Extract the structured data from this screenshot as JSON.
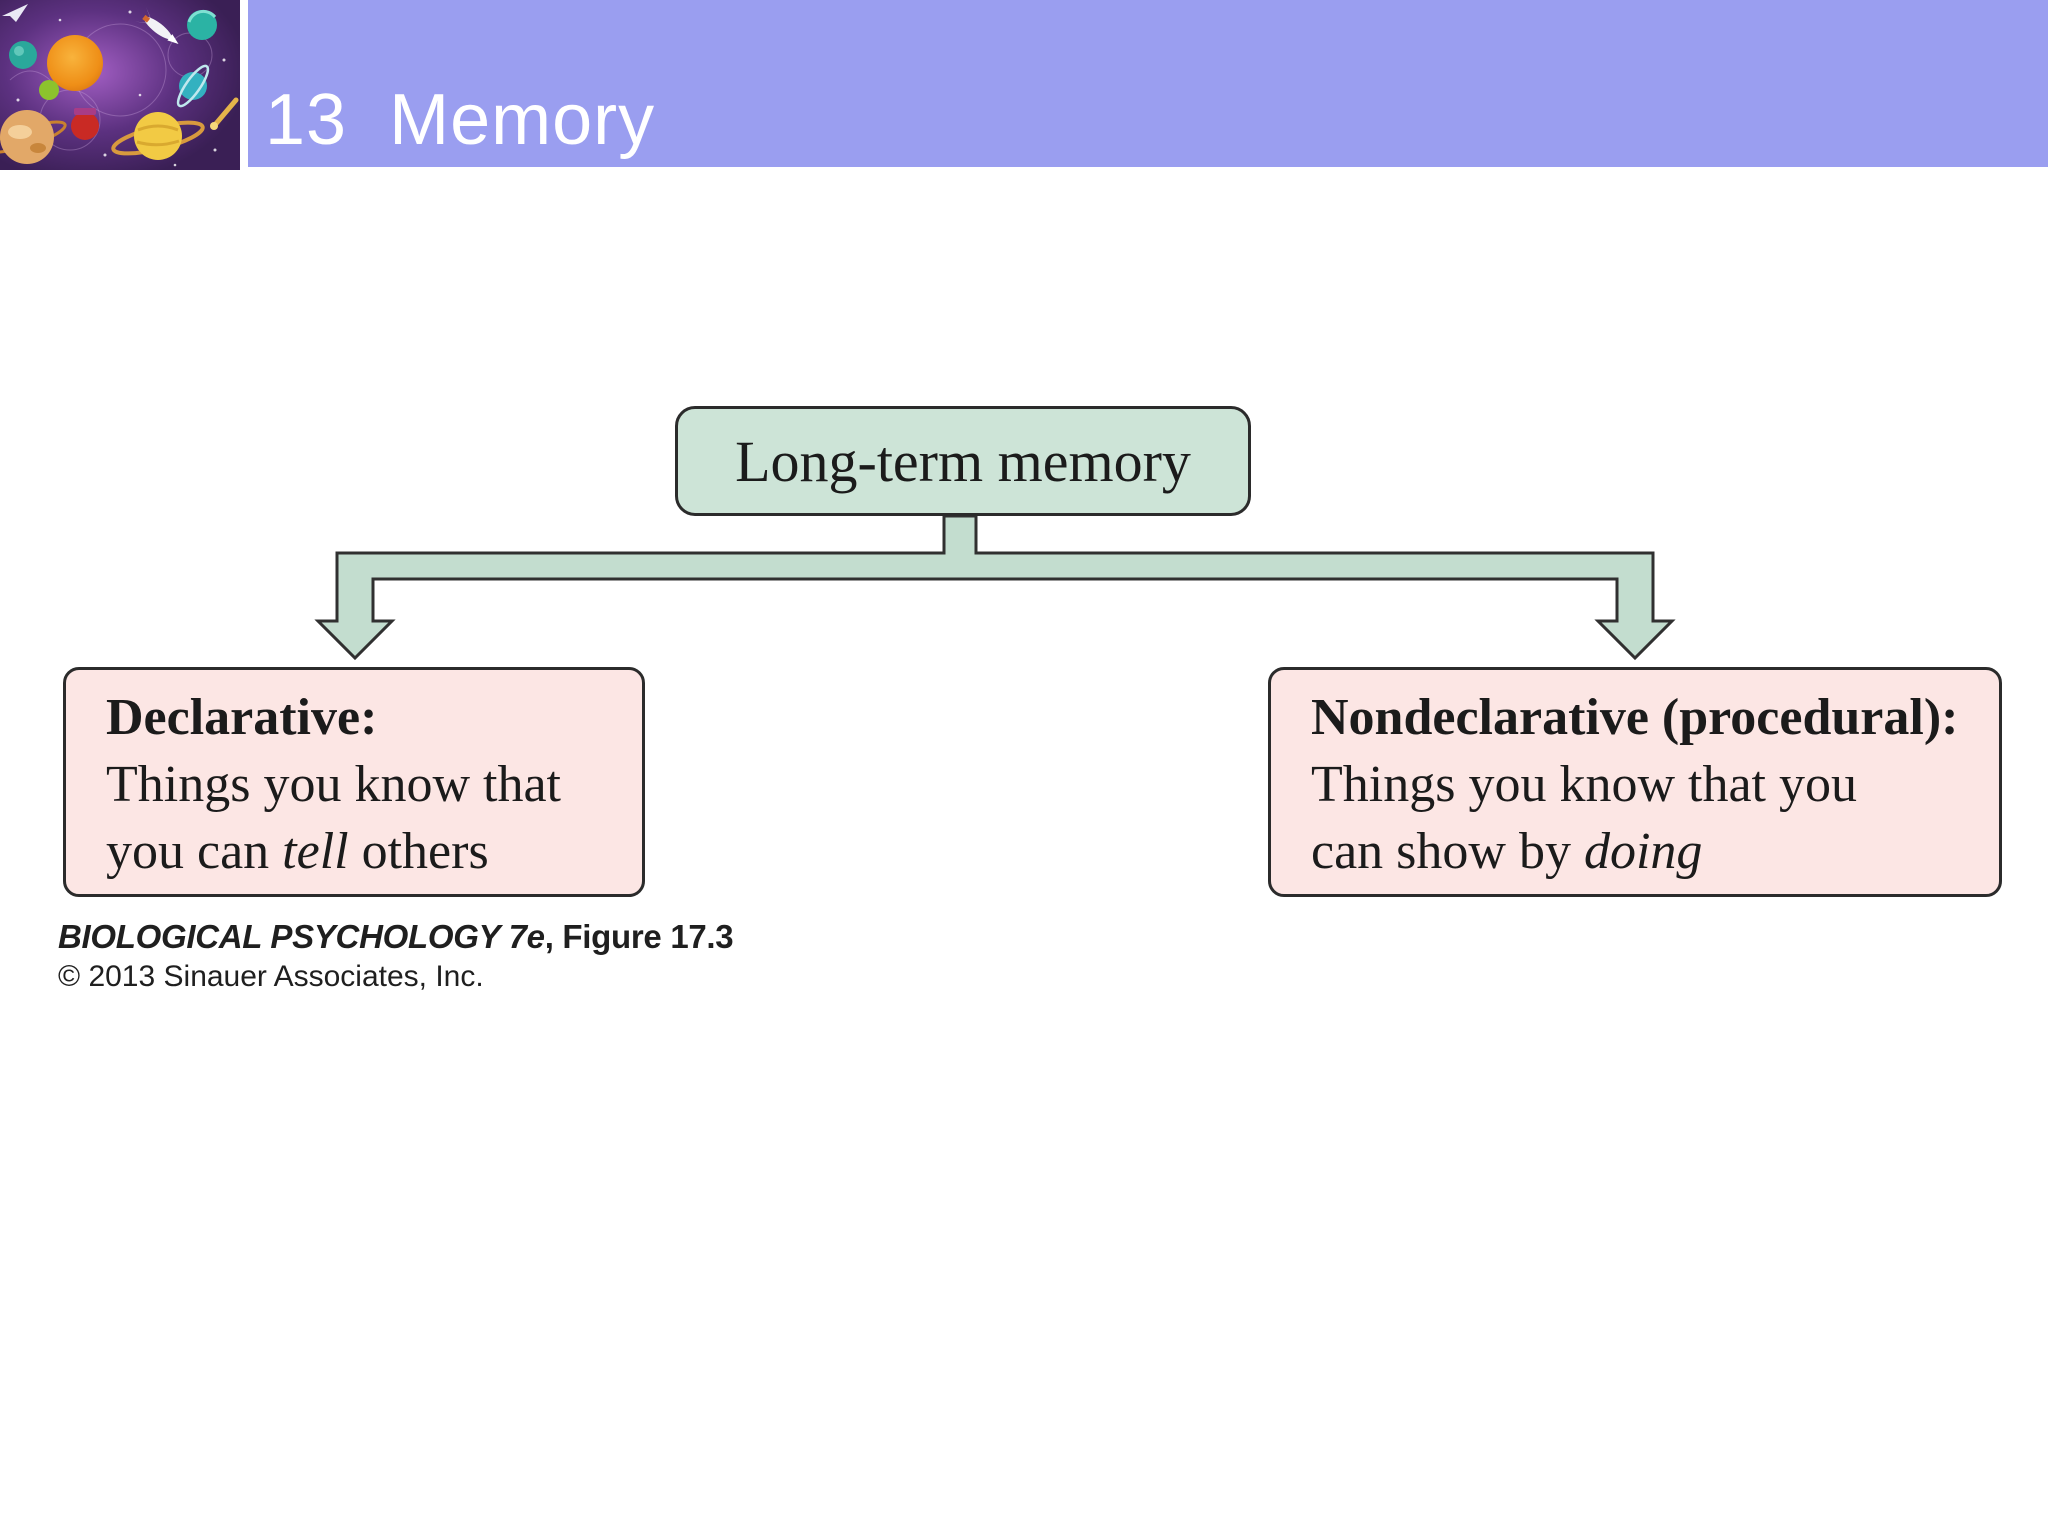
{
  "header": {
    "title": "13  Memory",
    "bar_color": "#9a9ef0",
    "artwork_name": "solar-system-illustration"
  },
  "diagram": {
    "root": {
      "label": "Long-term memory",
      "fill": "#cde4d7"
    },
    "connector": {
      "fill": "#c3ddcf",
      "stroke": "#303030"
    },
    "left_box": {
      "fill": "#fce6e4",
      "title": "Declarative:",
      "line1": "Things you know that",
      "line2_pre": "you can ",
      "line2_italic": "tell",
      "line2_post": " others"
    },
    "right_box": {
      "fill": "#fce6e4",
      "title": "Nondeclarative (procedural):",
      "line1": "Things you know that you",
      "line2_pre": "can show by ",
      "line2_italic": "doing",
      "line2_post": ""
    }
  },
  "credit": {
    "book": "BIOLOGICAL PSYCHOLOGY 7e",
    "figure": ", Figure 17.3",
    "copyright": "© 2013 Sinauer Associates, Inc."
  }
}
